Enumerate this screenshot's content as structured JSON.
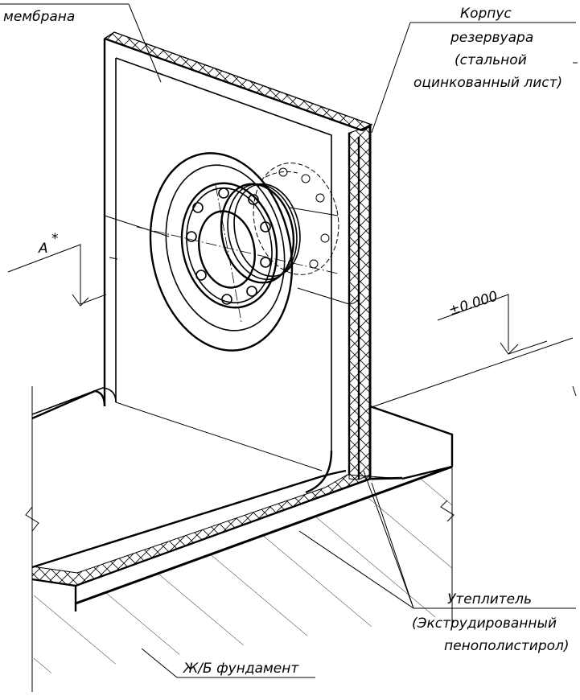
{
  "labels": {
    "membrane": "мембрана",
    "tank_body_line1": "Корпус",
    "tank_body_line2": "резервуара",
    "tank_body_line3": "(стальной",
    "tank_body_line4": "оцинкованный лист)",
    "section_mark": "А",
    "level_mark": "±0.000",
    "insulation_line1": "Утеплитель",
    "insulation_line2": "(Экструдированный",
    "insulation_line3": "пенополистирол)",
    "foundation": "Ж/Б фундамент"
  },
  "colors": {
    "line": "#000000",
    "background": "#ffffff"
  }
}
